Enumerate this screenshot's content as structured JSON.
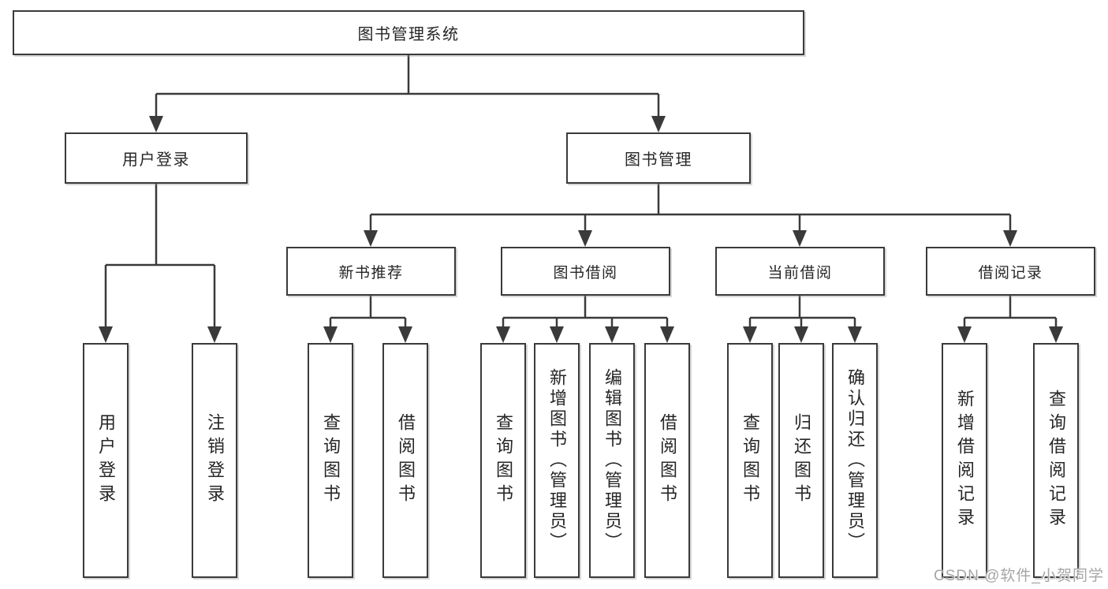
{
  "watermark": "CSDN @软件_小贺同学",
  "colors": {
    "line": "#3a3a3a",
    "box_border": "#3a3a3a",
    "text": "#262626",
    "watermark": "#a6a6a6",
    "background": "#ffffff"
  },
  "tree": {
    "label": "图书管理系统",
    "children": [
      {
        "label": "用户登录",
        "children": [
          {
            "label": "用户登录"
          },
          {
            "label": "注销登录"
          }
        ]
      },
      {
        "label": "图书管理",
        "children": [
          {
            "label": "新书推荐",
            "children": [
              {
                "label": "查询图书"
              },
              {
                "label": "借阅图书"
              }
            ]
          },
          {
            "label": "图书借阅",
            "children": [
              {
                "label": "查询图书"
              },
              {
                "label": "新增图书（管理员）"
              },
              {
                "label": "编辑图书（管理员）"
              },
              {
                "label": "借阅图书"
              }
            ]
          },
          {
            "label": "当前借阅",
            "children": [
              {
                "label": "查询图书"
              },
              {
                "label": "归还图书"
              },
              {
                "label": "确认归还（管理员）"
              }
            ]
          },
          {
            "label": "借阅记录",
            "children": [
              {
                "label": "新增借阅记录"
              },
              {
                "label": "查询借阅记录"
              }
            ]
          }
        ]
      }
    ]
  }
}
